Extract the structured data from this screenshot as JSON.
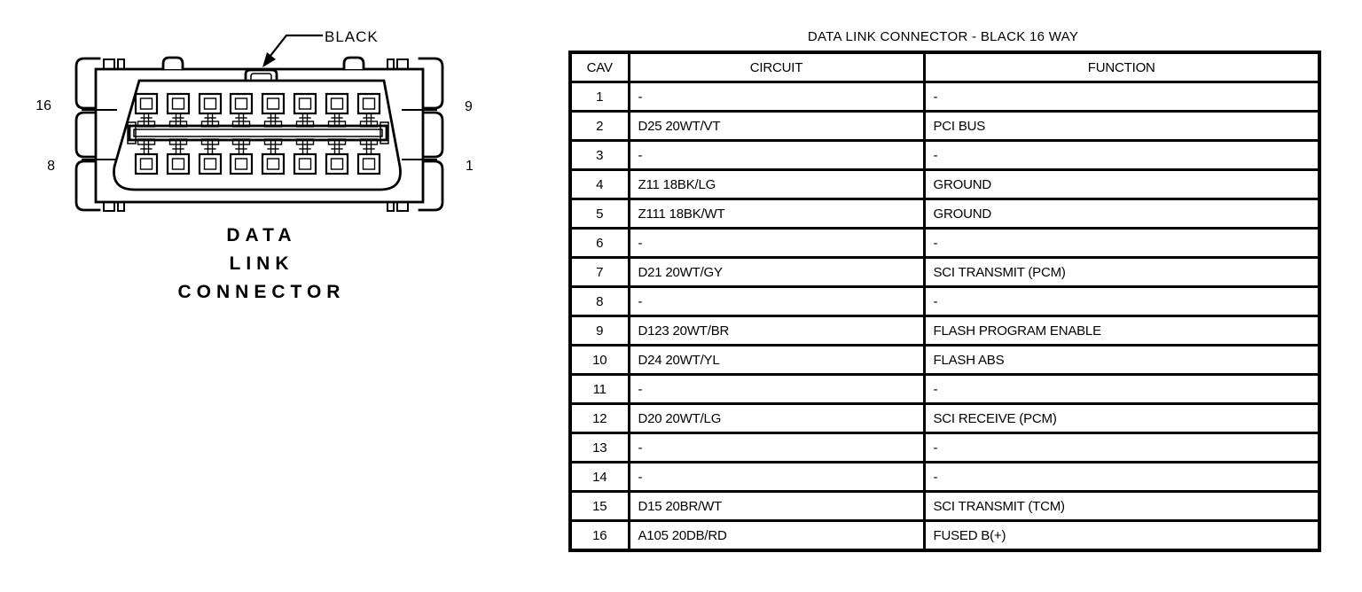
{
  "diagram": {
    "black_label": "BLACK",
    "pin_labels": {
      "top_left": "16",
      "bottom_left": "8",
      "top_right": "9",
      "bottom_right": "1"
    },
    "caption_lines": [
      "DATA",
      "LINK",
      "CONNECTOR"
    ]
  },
  "table": {
    "title": "DATA LINK CONNECTOR - BLACK 16 WAY",
    "headers": [
      "CAV",
      "CIRCUIT",
      "FUNCTION"
    ],
    "rows": [
      {
        "cav": "1",
        "circuit": "-",
        "function": "-"
      },
      {
        "cav": "2",
        "circuit": "D25 20WT/VT",
        "function": "PCI BUS"
      },
      {
        "cav": "3",
        "circuit": "-",
        "function": "-"
      },
      {
        "cav": "4",
        "circuit": "Z11 18BK/LG",
        "function": "GROUND"
      },
      {
        "cav": "5",
        "circuit": "Z111 18BK/WT",
        "function": "GROUND"
      },
      {
        "cav": "6",
        "circuit": "-",
        "function": "-"
      },
      {
        "cav": "7",
        "circuit": "D21 20WT/GY",
        "function": "SCI TRANSMIT (PCM)"
      },
      {
        "cav": "8",
        "circuit": "-",
        "function": "-"
      },
      {
        "cav": "9",
        "circuit": "D123 20WT/BR",
        "function": "FLASH PROGRAM ENABLE"
      },
      {
        "cav": "10",
        "circuit": "D24 20WT/YL",
        "function": "FLASH ABS"
      },
      {
        "cav": "11",
        "circuit": "-",
        "function": "-"
      },
      {
        "cav": "12",
        "circuit": "D20 20WT/LG",
        "function": "SCI RECEIVE (PCM)"
      },
      {
        "cav": "13",
        "circuit": "-",
        "function": "-"
      },
      {
        "cav": "14",
        "circuit": "-",
        "function": "-"
      },
      {
        "cav": "15",
        "circuit": "D15 20BR/WT",
        "function": "SCI TRANSMIT (TCM)"
      },
      {
        "cav": "16",
        "circuit": "A105 20DB/RD",
        "function": "FUSED B(+)"
      }
    ]
  },
  "colors": {
    "ink": "#000000",
    "paper": "#ffffff"
  }
}
